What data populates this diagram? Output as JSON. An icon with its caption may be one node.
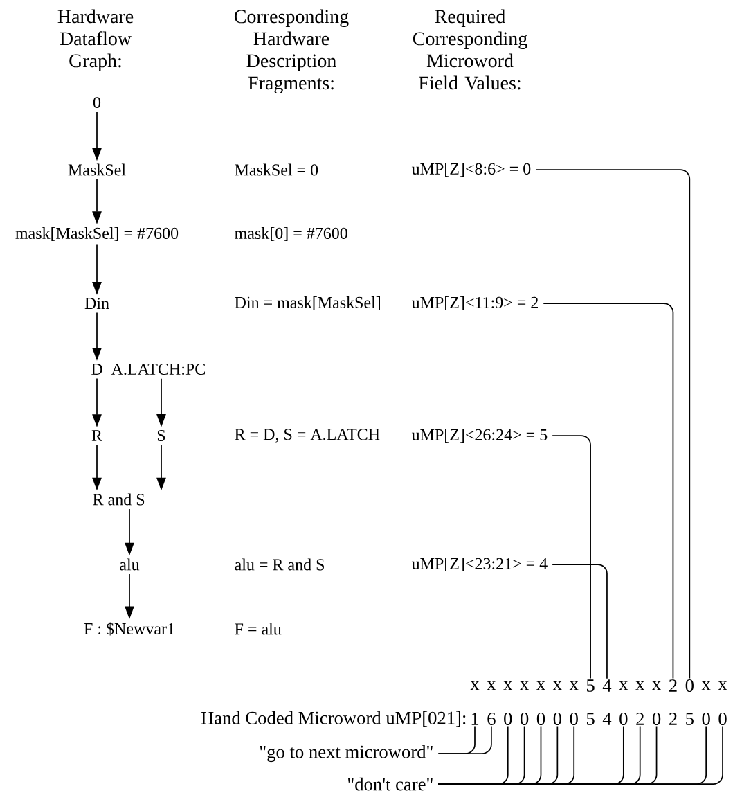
{
  "diagram": {
    "nodes": [
      {
        "text": [
          "0"
        ]
      },
      {
        "text": [
          "MaskSel"
        ]
      },
      {
        "text": [
          "mask[MaskSel] = #7600"
        ]
      },
      {
        "text": [
          "Din"
        ]
      },
      {
        "text": [
          "D"
        ]
      },
      {
        "text": [
          "A.LATCH:PC"
        ]
      },
      {
        "text": [
          "R"
        ]
      },
      {
        "text": [
          "S"
        ]
      },
      {
        "text": [
          "R and S"
        ]
      },
      {
        "text": [
          "alu"
        ]
      },
      {
        "text": [
          "F : $Newvar1"
        ]
      },
      {
        "text": [
          "uMP[Z]<8:6> = 0"
        ]
      },
      {
        "text": [
          "uMP[Z]<11:9> = 2"
        ]
      },
      {
        "text": [
          "uMP[Z]<26:24> = 5"
        ]
      },
      {
        "text": [
          "uMP[Z]<23:21> = 4"
        ]
      },
      {
        "text": [
          "x"
        ]
      },
      {
        "text": [
          "x"
        ]
      },
      {
        "text": [
          "x"
        ]
      },
      {
        "text": [
          "x"
        ]
      },
      {
        "text": [
          "x"
        ]
      },
      {
        "text": [
          "x"
        ]
      },
      {
        "text": [
          "x"
        ]
      },
      {
        "text": [
          "5"
        ]
      },
      {
        "text": [
          "4"
        ]
      },
      {
        "text": [
          "x"
        ]
      },
      {
        "text": [
          "x"
        ]
      },
      {
        "text": [
          "x"
        ]
      },
      {
        "text": [
          "2"
        ]
      },
      {
        "text": [
          "0"
        ]
      },
      {
        "text": [
          "x"
        ]
      },
      {
        "text": [
          "x"
        ]
      },
      {
        "text": [
          "1"
        ]
      },
      {
        "text": [
          "6"
        ]
      },
      {
        "text": [
          "0"
        ]
      },
      {
        "text": [
          "0"
        ]
      },
      {
        "text": [
          "0"
        ]
      },
      {
        "text": [
          "0"
        ]
      },
      {
        "text": [
          "0"
        ]
      },
      {
        "text": [
          "5"
        ]
      },
      {
        "text": [
          "4"
        ]
      },
      {
        "text": [
          "0"
        ]
      },
      {
        "text": [
          "2"
        ]
      },
      {
        "text": [
          "0"
        ]
      },
      {
        "text": [
          "2"
        ]
      },
      {
        "text": [
          "5"
        ]
      },
      {
        "text": [
          "0"
        ]
      },
      {
        "text": [
          "0"
        ]
      },
      {
        "text": [
          "\"go to next microword\""
        ]
      },
      {
        "text": [
          "\"don't care\""
        ]
      }
    ],
    "edges": [
      {
        "from": 0,
        "to": 1,
        "arrow": "to"
      },
      {
        "from": 1,
        "to": 2,
        "arrow": "to"
      },
      {
        "from": 2,
        "to": 3,
        "arrow": "to"
      },
      {
        "from": 3,
        "to": 4,
        "arrow": "to"
      },
      {
        "from": 4,
        "to": 6,
        "arrow": "to"
      },
      {
        "from": 5,
        "to": 7,
        "arrow": "to"
      },
      {
        "from": 6,
        "to": 8,
        "arrow": "to"
      },
      {
        "from": 7,
        "to": 8,
        "arrow": "to"
      },
      {
        "from": 8,
        "to": 9,
        "arrow": "to"
      },
      {
        "from": 9,
        "to": 10,
        "arrow": "to"
      },
      {
        "from": 11,
        "to": 28,
        "arrow": "none"
      },
      {
        "from": 12,
        "to": 27,
        "arrow": "none"
      },
      {
        "from": 13,
        "to": 22,
        "arrow": "none"
      },
      {
        "from": 14,
        "to": 23,
        "arrow": "none"
      },
      {
        "from": 47,
        "to": 31,
        "arrow": "none"
      },
      {
        "from": 47,
        "to": 32,
        "arrow": "none"
      },
      {
        "from": 48,
        "to": 33,
        "arrow": "none"
      },
      {
        "from": 48,
        "to": 34,
        "arrow": "none"
      },
      {
        "from": 48,
        "to": 35,
        "arrow": "none"
      },
      {
        "from": 48,
        "to": 36,
        "arrow": "none"
      },
      {
        "from": 48,
        "to": 37,
        "arrow": "none"
      },
      {
        "from": 48,
        "to": 40,
        "arrow": "none"
      },
      {
        "from": 48,
        "to": 41,
        "arrow": "none"
      },
      {
        "from": 48,
        "to": 42,
        "arrow": "none"
      },
      {
        "from": 48,
        "to": 45,
        "arrow": "none"
      },
      {
        "from": 48,
        "to": 46,
        "arrow": "none"
      }
    ],
    "labels": [
      "Hardware Dataflow Graph:",
      "Corresponding Hardware Description Fragments:",
      "Required Corresponding Microword Field Values:",
      "MaskSel = 0",
      "mask[0] = #7600",
      "Din = mask[MaskSel]",
      "R = D, S = A.LATCH",
      "alu = R and S",
      "F = alu",
      "Hand Coded Microword uMP[021]:"
    ]
  }
}
